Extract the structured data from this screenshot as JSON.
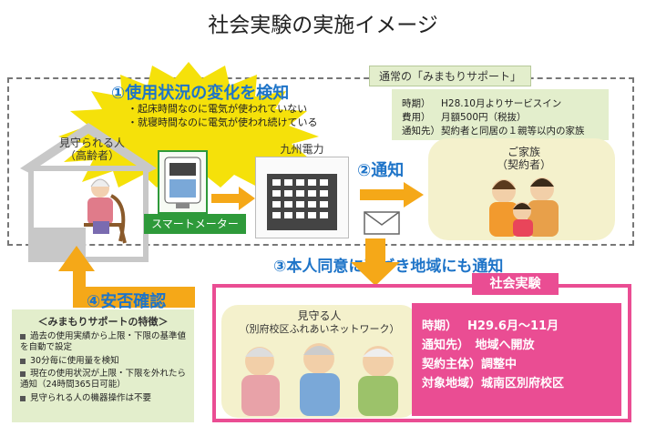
{
  "title": "社会実験の実施イメージ",
  "step1": {
    "label": "①使用状況の変化を検知",
    "alerts": [
      "・起床時間なのに電気が使われていない",
      "・就寝時間なのに電気が使われ続けている"
    ]
  },
  "normal_service": {
    "tag": "通常の「みまもりサポート」",
    "rows": [
      {
        "key": "時期）",
        "value": "H28.10月よりサービスイン"
      },
      {
        "key": "費用）",
        "value": "月額500円（税抜）"
      },
      {
        "key": "通知先）",
        "value": "契約者と同居の１親等以内の家族"
      }
    ]
  },
  "watched": {
    "line1": "見守られる人",
    "line2": "（高齢者）"
  },
  "meter": {
    "label": "スマートメーター"
  },
  "utility": {
    "label": "九州電力"
  },
  "step2": {
    "label": "②通知"
  },
  "family": {
    "line1": "ご家族",
    "line2": "（契約者）"
  },
  "step3": {
    "label": "③本人同意に基づき地域にも通知"
  },
  "step4": {
    "label": "④安否確認"
  },
  "experiment": {
    "tag": "社会実験",
    "watchers_line1": "見守る人",
    "watchers_line2": "（別府校区ふれあいネットワーク）",
    "info": [
      "時期）　 H29.6月～11月",
      "通知先）　地域へ開放",
      "契約主体）調整中",
      "対象地域）城南区別府校区"
    ]
  },
  "features": {
    "title": "＜みまもりサポートの特徴＞",
    "items": [
      "過去の使用実績から上限・下限の基準値を自動で設定",
      "30分毎に使用量を検知",
      "現在の使用状況が上限・下限を外れたら通知（24時間365日可能）",
      "見守られる人の機器操作は不要"
    ]
  },
  "colors": {
    "accent_blue": "#1e74c8",
    "pink": "#ea4d93",
    "green": "#2e9a3a",
    "yellow": "#f5d800",
    "orange_arrow": "#f5a818"
  }
}
